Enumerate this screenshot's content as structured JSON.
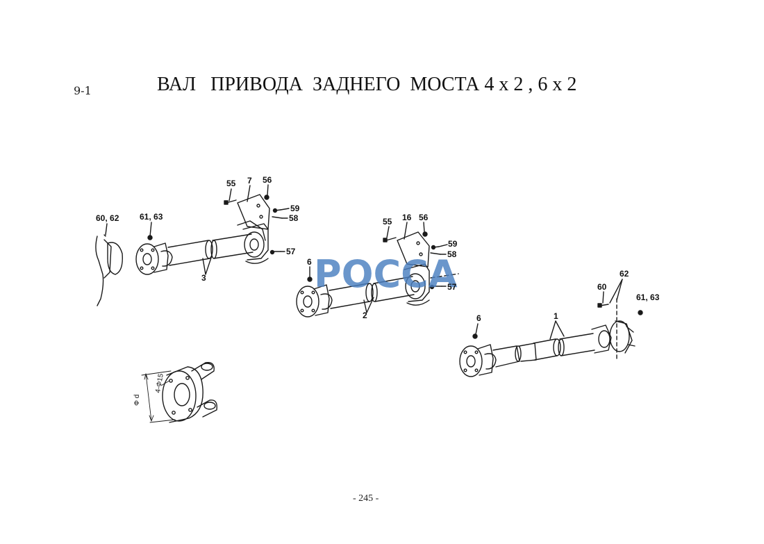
{
  "header": {
    "section": "9-1",
    "title": "ВАЛ   ПРИВОДА  ЗАДНЕГО  МОСТА 4 x 2 , 6 x 2"
  },
  "watermark": {
    "text": "РОССА",
    "color": "#4a7fc0"
  },
  "callouts": {
    "left_60_62": "60, 62",
    "left_61_63": "61, 63",
    "left_55": "55",
    "left_7": "7",
    "left_56": "56",
    "left_59": "59",
    "left_58": "58",
    "left_57": "57",
    "left_3": "3",
    "mid_55": "55",
    "mid_16": "16",
    "mid_56": "56",
    "mid_59": "59",
    "mid_58": "58",
    "mid_6": "6",
    "mid_57": "57",
    "mid_2": "2",
    "right_62": "62",
    "right_60": "60",
    "right_61_63": "61, 63",
    "right_6": "6",
    "right_1": "1"
  },
  "flange_detail": {
    "phi_d": "Φ d",
    "hole": "4-Φ15"
  },
  "footer": {
    "page": "- 245 -"
  }
}
